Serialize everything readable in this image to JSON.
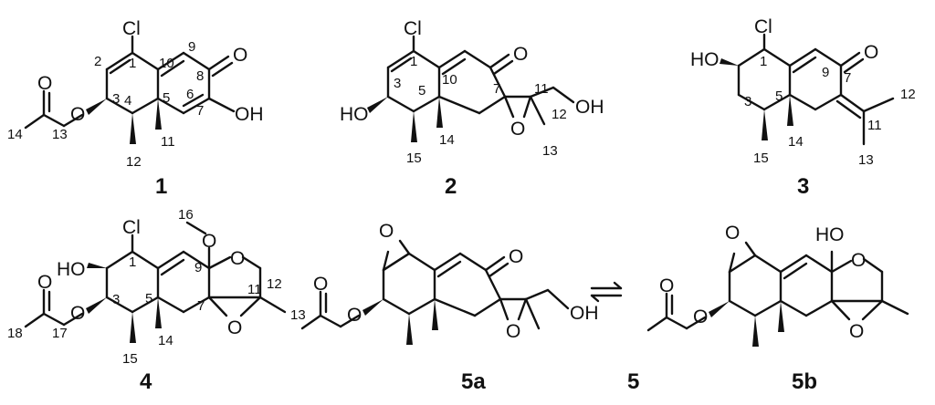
{
  "compounds": [
    {
      "id": "1",
      "atoms": {
        "cl": "Cl",
        "o_ketone": "O",
        "oh": "OH",
        "o_ester": "O",
        "o_carbonyl": "O"
      },
      "numbers": [
        "1",
        "2",
        "3",
        "4",
        "5",
        "6",
        "7",
        "8",
        "9",
        "10",
        "11",
        "12",
        "13",
        "14"
      ]
    },
    {
      "id": "2",
      "atoms": {
        "cl": "Cl",
        "o_ketone": "O",
        "ho": "HO",
        "o_epoxide": "O",
        "oh": "OH"
      },
      "numbers": [
        "1",
        "3",
        "5",
        "7",
        "10",
        "11",
        "12",
        "13",
        "14",
        "15"
      ]
    },
    {
      "id": "3",
      "atoms": {
        "cl": "Cl",
        "o_ketone": "O",
        "ho": "HO"
      },
      "numbers": [
        "1",
        "3",
        "5",
        "7",
        "9",
        "11",
        "12",
        "13",
        "14",
        "15"
      ]
    },
    {
      "id": "4",
      "atoms": {
        "cl": "Cl",
        "ho": "HO",
        "o_methoxy": "O",
        "o_ring": "O",
        "o_epoxide": "O",
        "o_ester": "O",
        "o_carbonyl": "O"
      },
      "numbers": [
        "1",
        "3",
        "5",
        "7",
        "9",
        "11",
        "12",
        "13",
        "14",
        "15",
        "16",
        "17",
        "18"
      ]
    },
    {
      "id": "5a",
      "atoms": {
        "o_epox1": "O",
        "o_ketone": "O",
        "o_carbonyl": "O",
        "o_ester": "O",
        "o_epox2": "O",
        "oh": "OH"
      }
    },
    {
      "id": "5b",
      "atoms": {
        "o_epox1": "O",
        "ho": "HO",
        "o_ring": "O",
        "o_carbonyl": "O",
        "o_ester": "O",
        "o_epox2": "O"
      }
    }
  ],
  "equilibrium_label": "5"
}
